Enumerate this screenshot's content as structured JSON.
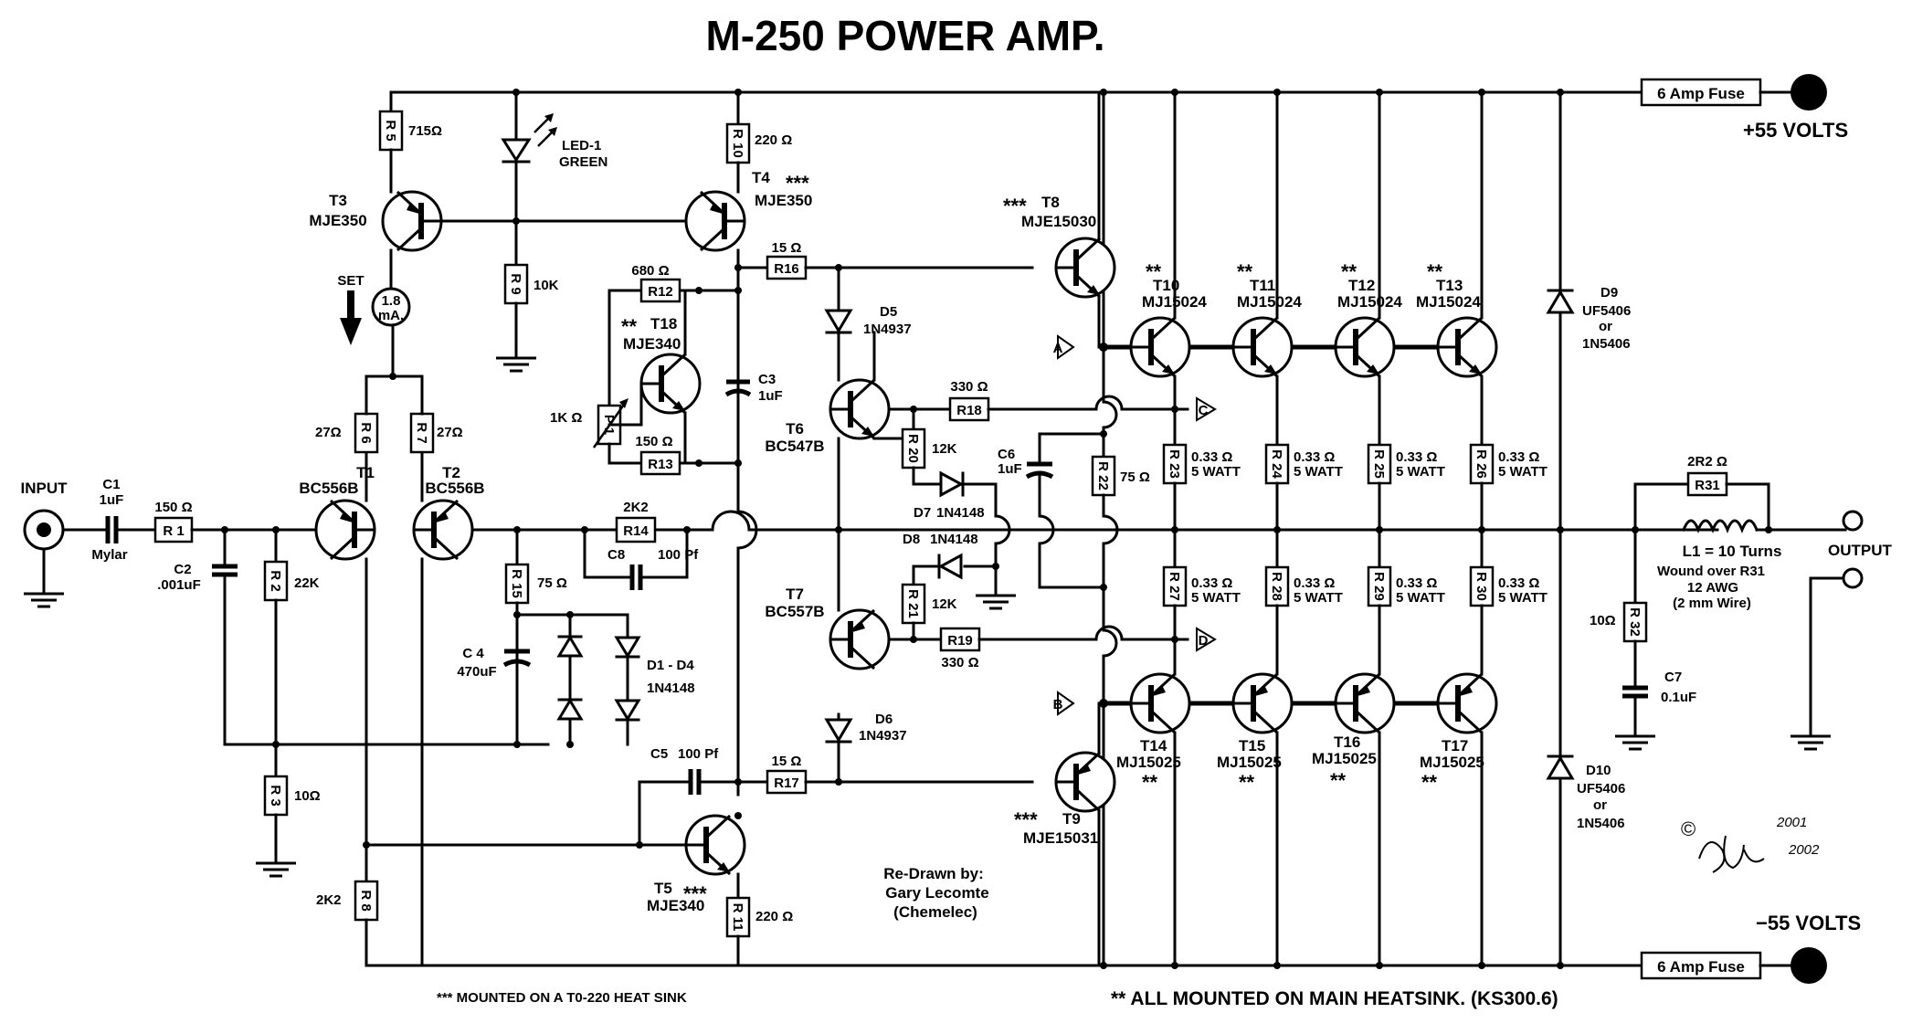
{
  "title": "M-250 POWER AMP.",
  "rails": {
    "plus": "+55 VOLTS",
    "minus": "−55 VOLTS",
    "fuse": "6 Amp Fuse"
  },
  "io": {
    "input": "INPUT",
    "output": "OUTPUT"
  },
  "labels": {
    "C1": "C1",
    "C1v": "1uF",
    "C1m": "Mylar",
    "R1": "R 1",
    "R1v": "150 Ω",
    "C2": "C2",
    "C2v": ".001uF",
    "R2": "R 2",
    "R2v": "22K",
    "R3": "R 3",
    "R3v": "10Ω",
    "T1": "T1",
    "T1t": "BC556B",
    "T2": "T2",
    "T2t": "BC556B",
    "R6": "R 6",
    "R6v": "27Ω",
    "R7": "R 7",
    "R7v": "27Ω",
    "R8": "R 8",
    "R8v": "2K2",
    "R5": "R 5",
    "R5v": "715Ω",
    "T3": "T3",
    "T3t": "MJE350",
    "set": "SET",
    "meter": "1.8",
    "meter2": "mA.",
    "led": "LED-1",
    "led2": "GREEN",
    "R9": "R 9",
    "R9v": "10K",
    "R10": "R 10",
    "R10v": "220 Ω",
    "T4": "T4",
    "T4t": "MJE350",
    "R12": "R12",
    "R12v": "680 Ω",
    "T18": "T18",
    "T18t": "MJE340",
    "P1": "P 1",
    "P1v": "1K Ω",
    "R13": "R13",
    "R13v": "150 Ω",
    "C3": "C3",
    "C3v": "1uF",
    "R14": "R14",
    "R14v": "2K2",
    "C8": "C8",
    "C8v": "100 Pf",
    "R15": "R 15",
    "R15v": "75 Ω",
    "C4": "C 4",
    "C4v": "470uF",
    "D1": "D1 - D4",
    "D1t": "1N4148",
    "C5": "C5",
    "C5v": "100 Pf",
    "T5": "T5",
    "T5t": "MJE340",
    "R11": "R 11",
    "R11v": "220 Ω",
    "R16": "R16",
    "R16v": "15 Ω",
    "R17": "R17",
    "R17v": "15 Ω",
    "D5": "D5",
    "D5t": "1N4937",
    "D6": "D6",
    "D6t": "1N4937",
    "T6": "T6",
    "T6t": "BC547B",
    "T7": "T7",
    "T7t": "BC557B",
    "R18": "R18",
    "R18v": "330 Ω",
    "R19": "R19",
    "R19v": "330 Ω",
    "R20": "R 20",
    "R20v": "12K",
    "R21": "R 21",
    "R21v": "12K",
    "D7": "D7",
    "D7t": "1N4148",
    "D8": "D8",
    "D8t": "1N4148",
    "C6": "C6",
    "C6v": "1uF",
    "R22": "R 22",
    "R22v": "75 Ω",
    "T8": "T8",
    "T8t": "MJE15030",
    "T9": "T9",
    "T9t": "MJE15031",
    "T10": "T10",
    "T11": "T11",
    "T12": "T12",
    "T13": "T13",
    "top": "MJ15024",
    "T14": "T14",
    "T15": "T15",
    "T16": "T16",
    "T17": "T17",
    "bot": "MJ15025",
    "R23": "R 23",
    "R24": "R 24",
    "R25": "R 25",
    "R26": "R 26",
    "R27": "R 27",
    "R28": "R 28",
    "R29": "R 29",
    "R30": "R 30",
    "rv": "0.33 Ω",
    "rw": "5 WATT",
    "D9": "D9",
    "D10": "D10",
    "Dt": "UF5406",
    "Dor": "or",
    "Dalt": "1N5406",
    "R31": "R31",
    "R31v": "2R2 Ω",
    "L1a": "L1 = 10 Turns",
    "L1b": "Wound over R31",
    "L1c": "12 AWG",
    "L1d": "(2 mm Wire)",
    "R32": "R 32",
    "R32v": "10Ω",
    "C7": "C7",
    "C7v": "0.1uF",
    "A": "A",
    "B": "B",
    "C": "C",
    "D": "D",
    "st3": "***",
    "st2": "**",
    "redrawn1": "Re-Drawn by:",
    "redrawn2": "Gary Lecomte",
    "redrawn3": "(Chemelec)",
    "copy": "©",
    "year1": "2001",
    "year2": "2002"
  },
  "notes": {
    "heatsink220": "*** MOUNTED ON A T0-220 HEAT SINK",
    "main": "** ALL MOUNTED ON MAIN HEATSINK. (KS300.6)"
  }
}
